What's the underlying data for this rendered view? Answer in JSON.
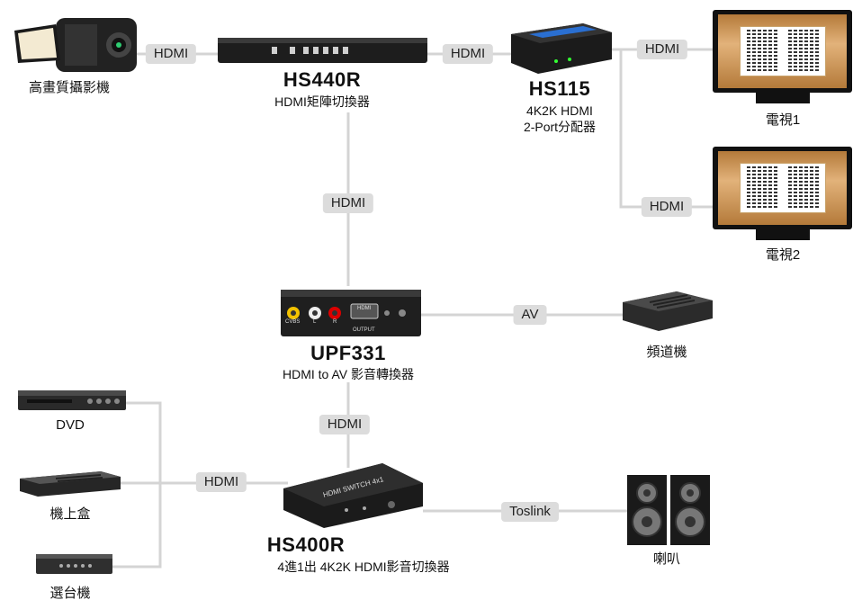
{
  "devices": {
    "camcorder": {
      "label": "高畫質攝影機"
    },
    "hs440r": {
      "model": "HS440R",
      "desc": "HDMI矩陣切換器"
    },
    "hs115": {
      "model": "HS115",
      "desc_line1": "4K2K HDMI",
      "desc_line2": "2-Port分配器"
    },
    "tv1": {
      "label": "電視1"
    },
    "tv2": {
      "label": "電視2"
    },
    "upf331": {
      "model": "UPF331",
      "desc": "HDMI to AV 影音轉換器",
      "port_cvbs": "CVBS",
      "port_l": "L",
      "port_r": "R",
      "port_output": "OUTPUT",
      "port_hdmi": "HDMI"
    },
    "tuner": {
      "label": "頻道機"
    },
    "dvd": {
      "label": "DVD"
    },
    "settop": {
      "label": "機上盒"
    },
    "selector": {
      "label": "選台機"
    },
    "hs400r": {
      "model": "HS400R",
      "desc": "4進1出 4K2K HDMI影音切換器",
      "face_text": "HDMI SWITCH 4x1"
    },
    "speaker": {
      "label": "喇叭"
    }
  },
  "connections": {
    "cam_hs440r": "HDMI",
    "hs440r_hs115": "HDMI",
    "hs115_tv1": "HDMI",
    "hs115_tv2": "HDMI",
    "hs440r_upf331": "HDMI",
    "upf331_tuner": "AV",
    "upf331_hs400r": "HDMI",
    "sources_hs400r": "HDMI",
    "hs400r_speaker": "Toslink"
  }
}
